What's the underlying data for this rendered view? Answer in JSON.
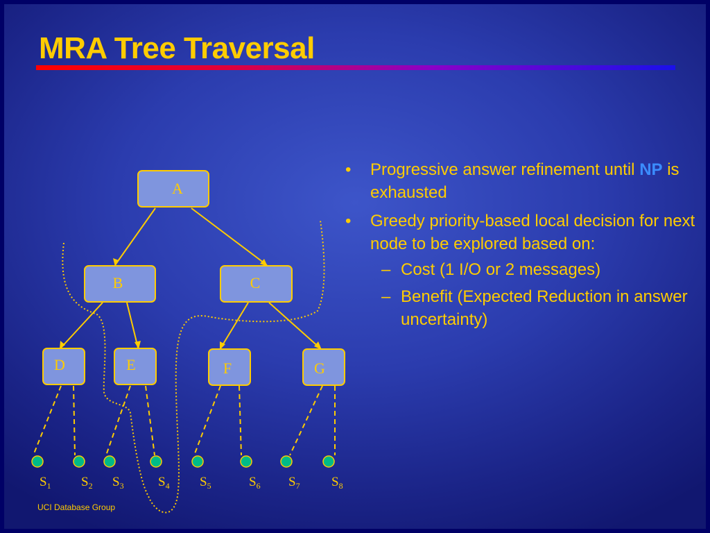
{
  "title": "MRA Tree Traversal",
  "accent_colors": {
    "title": "#ffcc00",
    "np": "#3b8cff",
    "site": "#00bb88",
    "background": "#2b3cae"
  },
  "bullets": [
    {
      "text_before": "Progressive answer refinement until",
      "np": "NP",
      "text_after": "is exhausted"
    },
    {
      "text": "Greedy priority-based local decision for next node to be explored based on:",
      "sub": [
        "Cost (1 I/O or 2 messages)",
        "Benefit (Expected Reduction in answer uncertainty)"
      ]
    }
  ],
  "bullet_marker": "•",
  "sub_marker": "–",
  "tree": {
    "nodes": [
      "A",
      "B",
      "C",
      "D",
      "E",
      "F",
      "G"
    ],
    "sites": [
      {
        "base": "S",
        "sub": "1"
      },
      {
        "base": "S",
        "sub": "2"
      },
      {
        "base": "S",
        "sub": "3"
      },
      {
        "base": "S",
        "sub": "4"
      },
      {
        "base": "S",
        "sub": "5"
      },
      {
        "base": "S",
        "sub": "6"
      },
      {
        "base": "S",
        "sub": "7"
      },
      {
        "base": "S",
        "sub": "8"
      }
    ]
  },
  "footer": "UCI Database Group"
}
